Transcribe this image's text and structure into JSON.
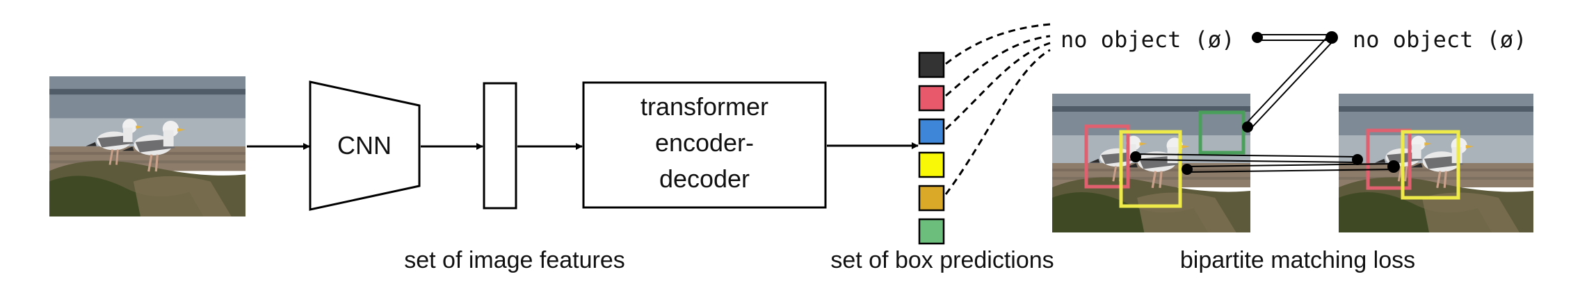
{
  "cnn": {
    "label": "CNN"
  },
  "transformer": {
    "lines": [
      "transformer",
      "encoder-",
      "decoder"
    ]
  },
  "captions": {
    "features": "set of image features",
    "predictions": "set of box predictions",
    "matching": "bipartite matching loss"
  },
  "no_object": {
    "left": "no object (ø)",
    "right": "no object (ø)"
  },
  "predictions": {
    "colors": [
      "#333333",
      "#e8596b",
      "#3d86d8",
      "#f8f807",
      "#dba928",
      "#6bbe7c"
    ]
  },
  "match_box_colors": {
    "red": "#e06070",
    "yellow": "#eeea4a",
    "green": "#4aa05a"
  },
  "photo_colors": {
    "sky": "#7e8a96",
    "water": "#aab2ba",
    "shore": "#8d7c6a",
    "rocks": "#5c5a3a",
    "moss": "#3f4a24",
    "bird_body": "#e9e9ea",
    "bird_wing": "#6e6e70"
  }
}
